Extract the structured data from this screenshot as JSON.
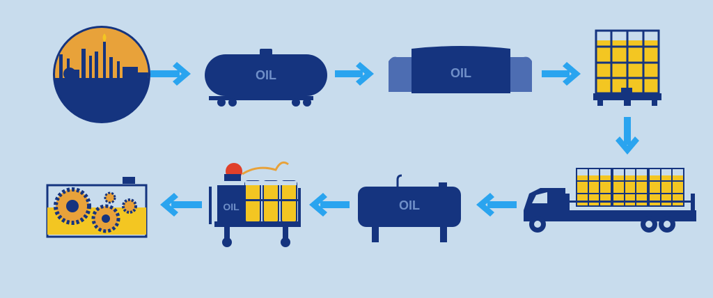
{
  "colors": {
    "background": "#c8dced",
    "navy": "#15347f",
    "navy_light": "#4d6db2",
    "amber": "#e8a23a",
    "oil_yellow": "#f3c622",
    "arrow": "#2aa4ef",
    "pump_red": "#e0402a"
  },
  "labels": {
    "rail_tank": "OIL",
    "storage_tank": "OIL",
    "site_tank": "OIL",
    "cart": "OIL"
  },
  "icons": [
    "refinery-icon",
    "rail-tank-car-icon",
    "storage-tank-icon",
    "ibc-container-icon",
    "truck-icon",
    "site-tank-icon",
    "oil-cart-icon",
    "gearbox-icon"
  ]
}
